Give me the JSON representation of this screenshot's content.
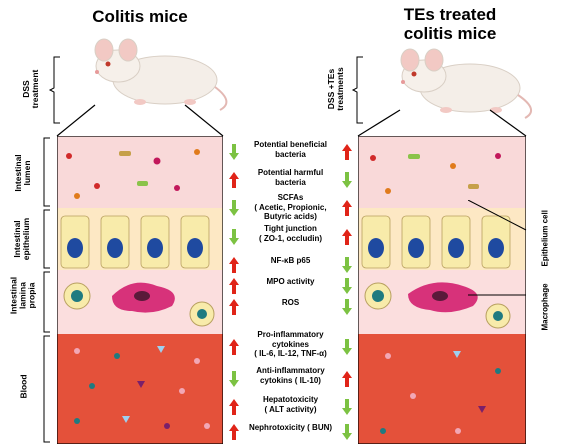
{
  "left_title": "Colitis mice",
  "right_title_line1": "TEs treated",
  "right_title_line2": "colitis mice",
  "left_treatment_line1": "DSS",
  "left_treatment_line2": "treatment",
  "right_treatment_line1": "DSS +TEs",
  "right_treatment_line2": "treatments",
  "layers": {
    "lumen_line1": "Intestinal",
    "lumen_line2": "lumen",
    "epithelium_line1": "Intestinal",
    "epithelium_line2": "epithelium",
    "lamina_line1": "Intestinal",
    "lamina_line2": "lamina",
    "lamina_line3": "propia",
    "blood": "Blood"
  },
  "right_labels": {
    "epithelium_cell": "Epithelium cell",
    "macrophage": "Macrophage"
  },
  "rows": [
    {
      "lines": [
        "Potential beneficial",
        "bacteria"
      ],
      "left": "down",
      "right": "up"
    },
    {
      "lines": [
        "Potential harmful",
        "bacteria"
      ],
      "left": "up",
      "right": "down"
    },
    {
      "lines": [
        "SCFAs",
        "( Acetic, Propionic,",
        "Butyric acids)"
      ],
      "left": "down",
      "right": "up"
    },
    {
      "lines": [
        "Tight junction",
        "( ZO-1, occludin)"
      ],
      "left": "down",
      "right": "up"
    },
    {
      "lines": [
        "NF-κB p65"
      ],
      "left": "up",
      "right": "down"
    },
    {
      "lines": [
        "MPO activity"
      ],
      "left": "up",
      "right": "down"
    },
    {
      "lines": [
        "ROS"
      ],
      "left": "up",
      "right": "down"
    },
    {
      "lines": [
        "Pro-inflammatory",
        "cytokines",
        "( IL-6, IL-12, TNF-α)"
      ],
      "left": "up",
      "right": "down"
    },
    {
      "lines": [
        "Anti-inflammatory",
        "cytokins ( IL-10)"
      ],
      "left": "down",
      "right": "up"
    },
    {
      "lines": [
        "Hepatotoxicity",
        "( ALT activity)"
      ],
      "left": "up",
      "right": "down"
    },
    {
      "lines": [
        "Nephrotoxicity ( BUN)"
      ],
      "left": "up",
      "right": "down"
    }
  ],
  "colors": {
    "up_arrow": "#e02418",
    "down_arrow": "#7cc242",
    "lumen_bg": "#f9d9d9",
    "epithelium_bg": "#fde8c4",
    "lamina_bg": "#fbdede",
    "blood_bg": "#e4513a"
  }
}
